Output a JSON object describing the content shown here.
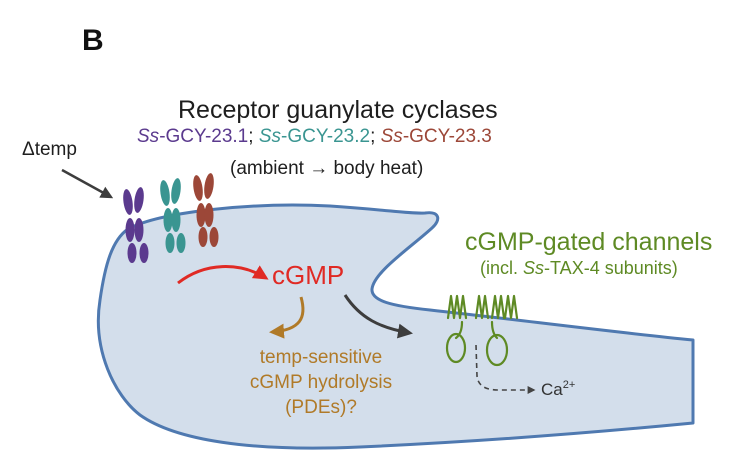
{
  "panel_label": "B",
  "receptor": {
    "title": "Receptor guanylate cyclases",
    "isoforms": [
      {
        "prefix": "Ss",
        "name": "-GCY-23.1",
        "color": "#5b3a8e"
      },
      {
        "prefix": "Ss",
        "name": "-GCY-23.2",
        "color": "#3a9591"
      },
      {
        "prefix": "Ss",
        "name": "-GCY-23.3",
        "color": "#9c4738"
      }
    ],
    "separator": ";",
    "condition": "(ambient → body heat)"
  },
  "stimulus": "Δtemp",
  "second_messenger": {
    "label": "cGMP",
    "color": "#e02a24"
  },
  "channels": {
    "title": "cGMP-gated channels",
    "subtitle_open": "(incl. ",
    "subtitle_italic": "Ss",
    "subtitle_rest": "-TAX-4 subunits)",
    "color": "#5e8a24"
  },
  "hydrolysis": {
    "lines": [
      "temp-sensitive",
      "cGMP hydrolysis",
      "(PDEs)?"
    ],
    "color": "#b07a28"
  },
  "ion": {
    "symbol": "Ca",
    "charge": "2+"
  },
  "colors": {
    "cell_fill": "#d3deeb",
    "cell_stroke": "#4f79b0",
    "arrow_dark": "#3d3d3d"
  }
}
